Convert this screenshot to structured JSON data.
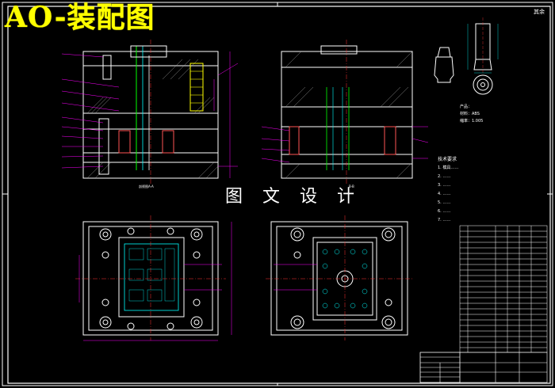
{
  "header": {
    "title": "AO-装配图",
    "watermark": "图 文 设 计"
  },
  "views": {
    "section_aa": "剖视图A-A",
    "section_bb": "B-B"
  },
  "part_info": {
    "product": "产品：",
    "material": "材料：ABS",
    "shrinkage": "缩率：1.005"
  },
  "tech_requirements": {
    "heading": "技术要求",
    "items": [
      "1. 模具……",
      "2. ……",
      "3. ……",
      "4. ……",
      "5. ……",
      "6. ……",
      "7. ……"
    ]
  },
  "corner_mark": "其余"
}
